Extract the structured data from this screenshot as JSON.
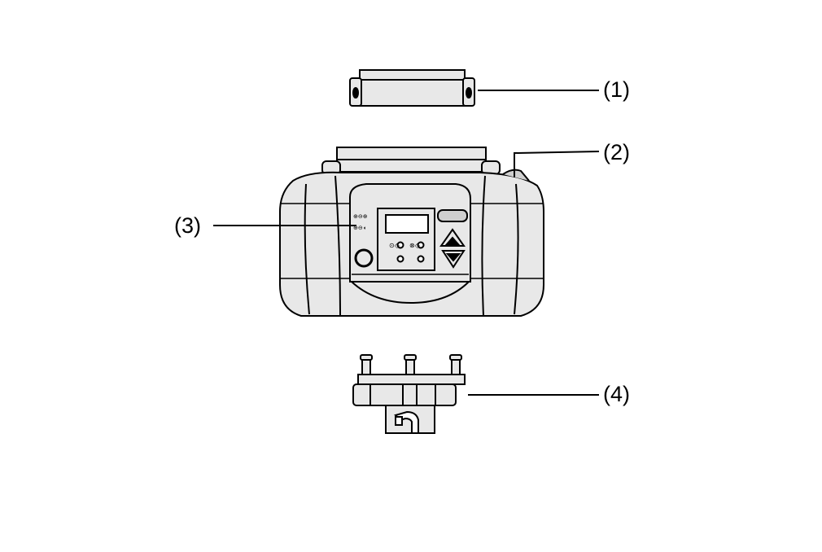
{
  "callouts": {
    "c1": "(1)",
    "c2": "(2)",
    "c3": "(3)",
    "c4": "(4)"
  },
  "panel": {
    "icon_top": "⊕⊖⊕",
    "icon_bottom": "⊕⊖◖",
    "label_left": "⊙◇",
    "label_right": "⊗◇"
  },
  "colors": {
    "fill": "#e8e8e8",
    "fill_dark": "#cfcfcf",
    "stroke": "#000000",
    "background": "#ffffff"
  }
}
